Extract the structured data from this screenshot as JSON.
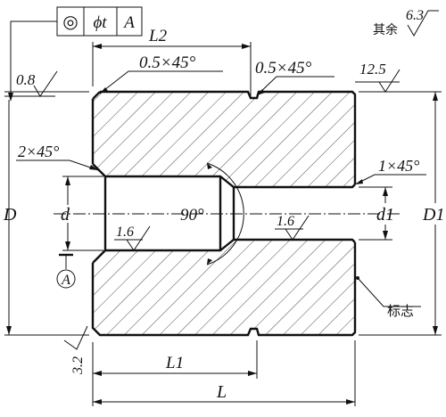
{
  "tolerance_frame": {
    "symbol": "◎",
    "value": "ϕt",
    "datum": "A"
  },
  "roughness": {
    "other": {
      "label": "其余",
      "value": "6.3"
    },
    "left_face": "0.8",
    "outer_right": "12.5",
    "bore_left": "1.6",
    "bore_right": "1.6",
    "bottom_left": "3.2"
  },
  "dims": {
    "L2": "L2",
    "L1": "L1",
    "L": "L",
    "D": "D",
    "D1": "D1",
    "d": "d",
    "d1": "d1",
    "chamfer_left_top": "0.5×45°",
    "chamfer_right_top": "0.5×45°",
    "chamfer_bore": "2×45°",
    "chamfer_step": "1×45°",
    "angle": "90°"
  },
  "datum_label": "A",
  "marking_label": "标志"
}
